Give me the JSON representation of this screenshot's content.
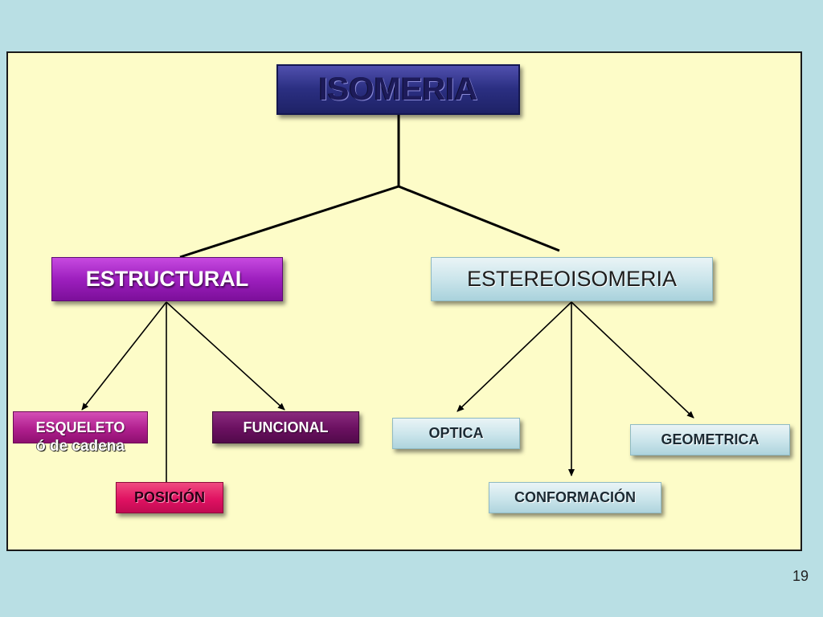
{
  "diagram": {
    "root": "ISOMERIA",
    "branches": [
      {
        "label": "ESTRUCTURAL",
        "children": [
          {
            "label": "ESQUELETO",
            "sublabel": "ó de cadena"
          },
          {
            "label": "POSICIÓN"
          },
          {
            "label": "FUNCIONAL"
          }
        ]
      },
      {
        "label": "ESTEREOISOMERIA",
        "children": [
          {
            "label": "OPTICA"
          },
          {
            "label": "CONFORMACIÓN"
          },
          {
            "label": "GEOMETRICA"
          }
        ]
      }
    ]
  },
  "slide": {
    "page_number": "19"
  },
  "colors": {
    "background": "#b9dfe4",
    "panel": "#fdfcc8",
    "root_box": "#2b2f82",
    "structural_box": "#9d1fbe",
    "stereo_box": "#cbe5eb",
    "skeleton_box": "#b01f8e",
    "functional_box": "#6a1060",
    "position_box": "#e01262",
    "connector": "#000000"
  }
}
